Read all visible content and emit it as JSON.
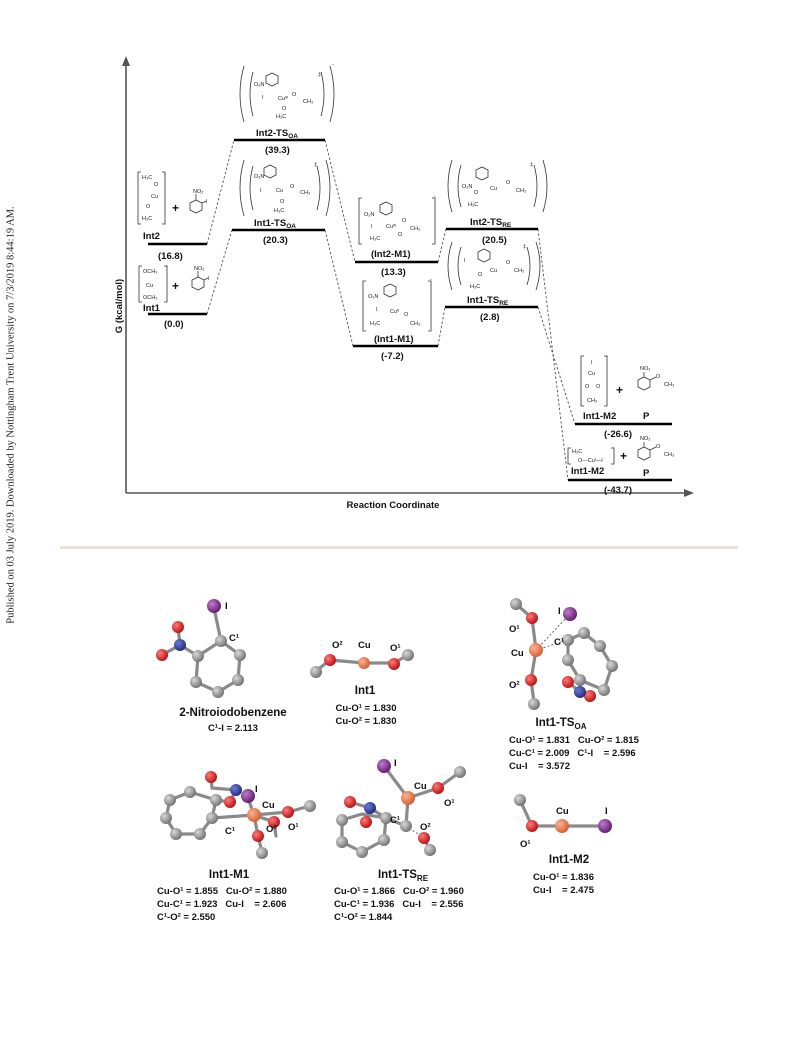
{
  "side_note": "Published on 03 July 2019. Downloaded by Nottingham Trent University on 7/3/2019 8:44:19 AM.",
  "energy_diagram": {
    "ylabel": "G (kcal/mol)",
    "xlabel": "Reaction Coordinate",
    "levels": [
      {
        "id": "int1",
        "label": "Int1",
        "value": "(0.0)"
      },
      {
        "id": "int2",
        "label": "Int2",
        "value": "(16.8)"
      },
      {
        "id": "int1_ts_oa",
        "label": "Int1-TS",
        "sub": "OA",
        "value": "(20.3)"
      },
      {
        "id": "int2_ts_oa",
        "label": "Int2-TS",
        "sub": "OA",
        "value": "(39.3)"
      },
      {
        "id": "int2_m1",
        "label": "(Int2-M1)",
        "value": "(13.3)"
      },
      {
        "id": "int1_m1",
        "label": "(Int1-M1)",
        "value": "(-7.2)"
      },
      {
        "id": "int2_ts_re",
        "label": "Int2-TS",
        "sub": "RE",
        "value": "(20.5)"
      },
      {
        "id": "int1_ts_re",
        "label": "Int1-TS",
        "sub": "RE",
        "value": "(2.8)"
      },
      {
        "id": "int1_m2",
        "label": "Int1-M2",
        "value": "(-26.6)"
      },
      {
        "id": "int2_m2",
        "label": "Int1-M2",
        "value": "(-43.7)"
      }
    ],
    "product_label": "P",
    "plus": "+",
    "struct_text": {
      "och3": "OCH₃",
      "cu": "Cu",
      "cuii": "Cuᴵᴵ",
      "cuiii": "Cuᴵᴵᴵ",
      "h3c": "H₃C",
      "ch3": "CH₃",
      "no2": "NO₂",
      "o2n": "O₂N",
      "i": "I",
      "o": "O",
      "dagger": "‡",
      "minus": "-",
      "cui_chain": "O—Cuᴵ—I"
    }
  },
  "geometries": [
    {
      "id": "nitroiodobenzene",
      "title": "2-Nitroiodobenzene",
      "data": [
        "C¹-I = 2.113"
      ]
    },
    {
      "id": "int1",
      "title": "Int1",
      "data": [
        "Cu-O¹ = 1.830",
        "Cu-O² = 1.830"
      ]
    },
    {
      "id": "int1_ts_oa",
      "title": "Int1-TS",
      "sub": "OA",
      "data": [
        "Cu-O¹ = 1.831   Cu-O² = 1.815",
        "Cu-C¹ = 2.009   C¹-I    = 2.596",
        "Cu-I    = 3.572"
      ]
    },
    {
      "id": "int1_m1",
      "title": "Int1-M1",
      "data": [
        "Cu-O¹ = 1.855   Cu-O² = 1.880",
        "Cu-C¹ = 1.923   Cu-I    = 2.606",
        "C¹-O² = 2.550"
      ]
    },
    {
      "id": "int1_ts_re",
      "title": "Int1-TS",
      "sub": "RE",
      "data": [
        "Cu-O¹ = 1.866   Cu-O² = 1.960",
        "Cu-C¹ = 1.936   Cu-I    = 2.556",
        "C¹-O² = 1.844"
      ]
    },
    {
      "id": "int1_m2",
      "title": "Int1-M2",
      "data": [
        "Cu-O¹ = 1.836",
        "Cu-I    = 2.475"
      ]
    }
  ],
  "atom_labels": {
    "i": "I",
    "cu": "Cu",
    "c1": "C¹",
    "o1": "O¹",
    "o2": "O²"
  },
  "colors": {
    "iodine": "#7a2a8a",
    "copper": "#e0764a",
    "oxygen": "#d21a1a",
    "nitrogen": "#2b3c9a",
    "carbon": "#8a8a8a",
    "divider": "#e6e2d4"
  }
}
